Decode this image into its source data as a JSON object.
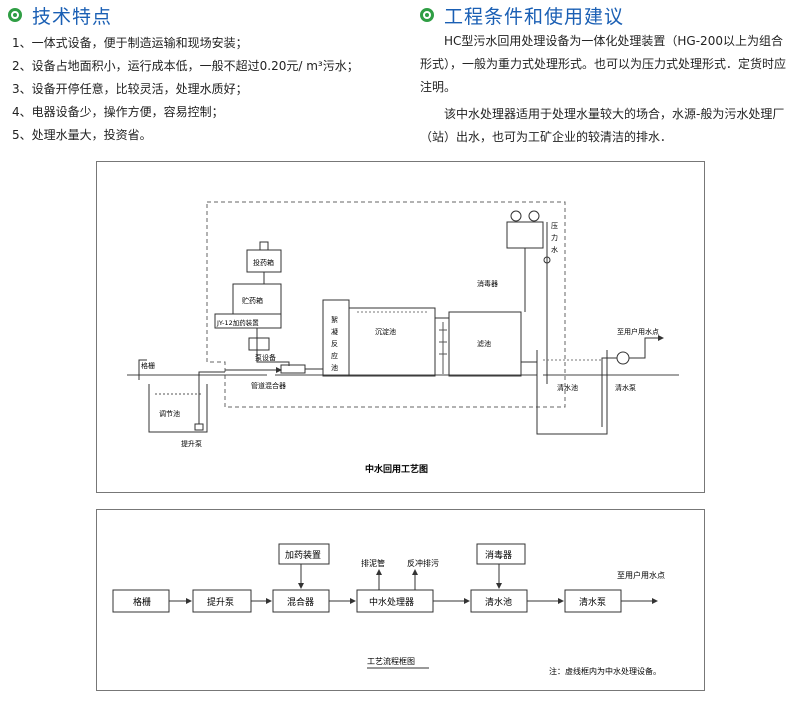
{
  "left": {
    "title": "技术特点",
    "features": [
      "1、一体式设备，便于制造运输和现场安装；",
      "2、设备占地面积小，运行成本低，一般不超过0.20元/ m³污水；",
      "3、设备开停任意，比较灵活，处理水质好；",
      "4、电器设备少，操作方便，容易控制；",
      "5、处理水量大，投资省。"
    ]
  },
  "right": {
    "title": "工程条件和使用建议",
    "para1": "HC型污水回用处理设备为一体化处理装置（HG-200以上为组合形式），一般为重力式处理形式。也可以为压力式处理形式．定货时应注明。",
    "para2": "该中水处理器适用于处理水量较大的场合，水源-般为污水处理厂（站）出水，也可为工矿企业的较清洁的排水．"
  },
  "diagram1": {
    "caption": "中水回用工艺图",
    "labels": {
      "grille": "格栅",
      "reg_tank": "调节池",
      "lift_pump": "提升泵",
      "pipe_mixer": "管道混合器",
      "dosing_box": "投药箱",
      "storage_box": "贮药箱",
      "dosing_device": "JY-12加药装置",
      "pump_device": "泵设备",
      "floc_tank": "絮凝反应池",
      "sed_tank": "沉淀池",
      "filter_tank": "滤池",
      "disinfector": "消毒器",
      "pressure_water": "压力水",
      "clear_pool": "清水池",
      "clear_pump": "清水泵",
      "to_user": "至用户用水点"
    }
  },
  "diagram2": {
    "caption": "工艺流程框图",
    "boxes": [
      "格栅",
      "提升泵",
      "混合器",
      "中水处理器",
      "清水池",
      "清水泵"
    ],
    "dosing": "加药装置",
    "sludge": "排泥管",
    "backwash": "反冲排污",
    "disinfector": "消毒器",
    "to_user": "至用户用水点",
    "note": "注：虚线框内为中水处理设备。"
  }
}
